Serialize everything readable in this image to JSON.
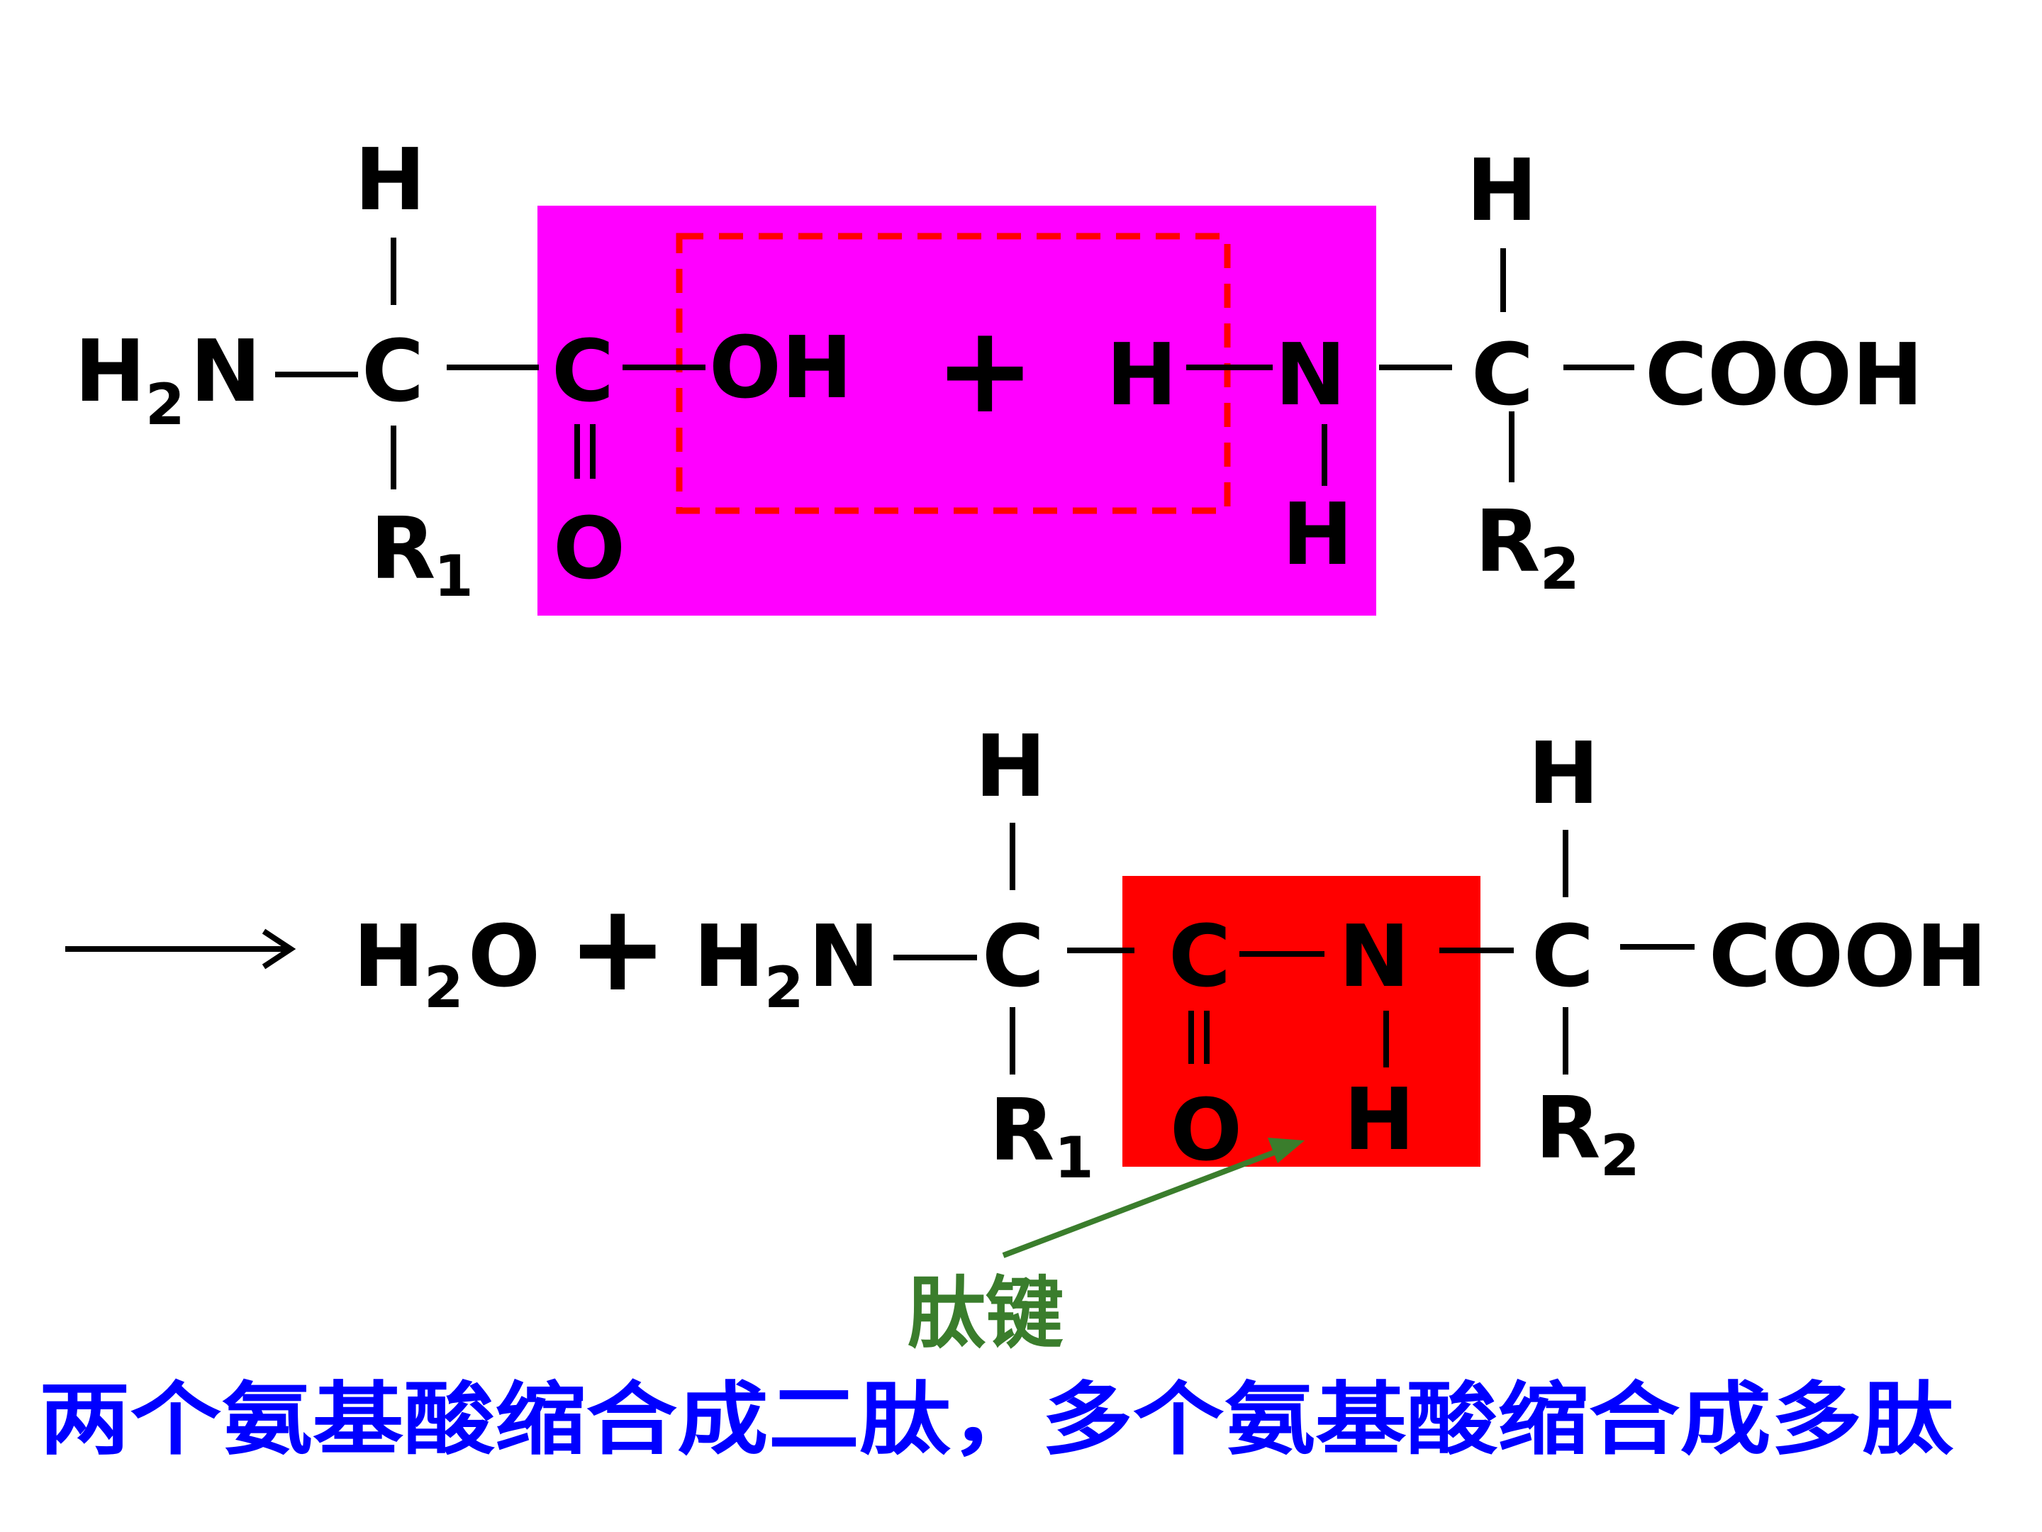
{
  "colors": {
    "reactant_highlight": "#ff00ff",
    "dehydration_box": "#ff0000",
    "peptide_bond_highlight": "#ff0000",
    "peptide_label": "#3a7d2c",
    "caption": "#0000ff",
    "arrow": "#3a7d2c"
  },
  "reactants": {
    "amino_acid_1": {
      "amino_group": "H",
      "amino_group_sub": "2",
      "amino_group_n": "N",
      "alpha_c": "C",
      "top_h": "H",
      "r_group": "R",
      "r_sub": "1",
      "carboxyl_c": "C",
      "carboxyl_o": "O",
      "hydroxyl": "OH"
    },
    "plus": "+",
    "amino_acid_2": {
      "amine_h": "H",
      "n": "N",
      "bottom_h": "H",
      "alpha_c": "C",
      "top_h": "H",
      "r_group": "R",
      "r_sub": "2",
      "carboxyl": "COOH"
    }
  },
  "products": {
    "water": "H",
    "water_sub": "2",
    "water_o": "O",
    "plus": "+",
    "dipeptide": {
      "amino_group": "H",
      "amino_group_sub": "2",
      "amino_group_n": "N",
      "alpha_c1": "C",
      "top_h1": "H",
      "r_group1": "R",
      "r_sub1": "1",
      "carbonyl_c": "C",
      "carbonyl_o": "O",
      "n": "N",
      "n_h": "H",
      "alpha_c2": "C",
      "top_h2": "H",
      "r_group2": "R",
      "r_sub2": "2",
      "carboxyl": "COOH"
    }
  },
  "peptide_bond_label": "肽键",
  "caption": "两个氨基酸缩合成二肽，多个氨基酸缩合成多肽"
}
